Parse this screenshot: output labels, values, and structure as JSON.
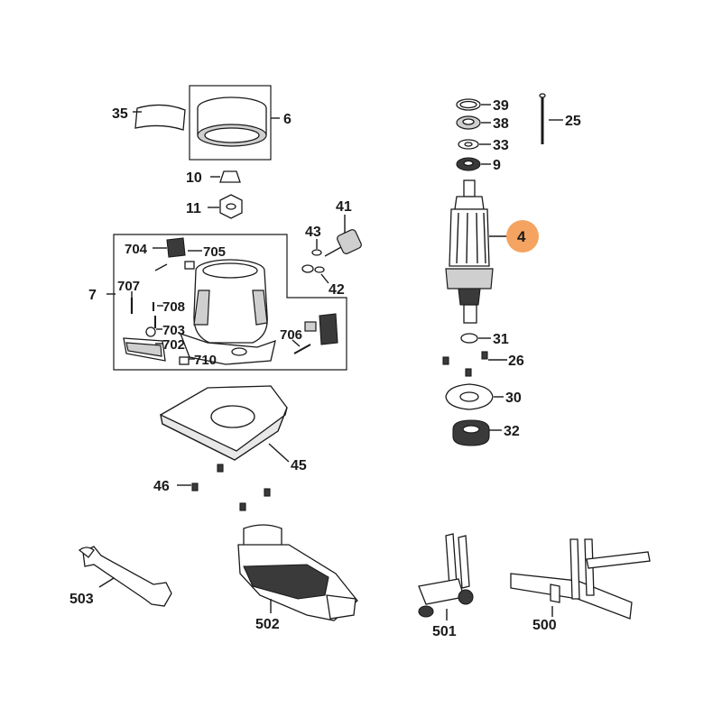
{
  "diagram": {
    "highlight_color": "#f4a460",
    "callouts": [
      {
        "id": "35",
        "label": "35"
      },
      {
        "id": "6",
        "label": "6"
      },
      {
        "id": "10",
        "label": "10"
      },
      {
        "id": "11",
        "label": "11"
      },
      {
        "id": "41",
        "label": "41"
      },
      {
        "id": "43",
        "label": "43"
      },
      {
        "id": "42",
        "label": "42"
      },
      {
        "id": "7",
        "label": "7"
      },
      {
        "id": "704",
        "label": "704"
      },
      {
        "id": "705",
        "label": "705"
      },
      {
        "id": "707",
        "label": "707"
      },
      {
        "id": "708",
        "label": "708"
      },
      {
        "id": "703",
        "label": "703"
      },
      {
        "id": "702",
        "label": "702"
      },
      {
        "id": "710",
        "label": "710"
      },
      {
        "id": "706",
        "label": "706"
      },
      {
        "id": "45",
        "label": "45"
      },
      {
        "id": "46",
        "label": "46"
      },
      {
        "id": "39",
        "label": "39"
      },
      {
        "id": "38",
        "label": "38"
      },
      {
        "id": "33",
        "label": "33"
      },
      {
        "id": "9",
        "label": "9"
      },
      {
        "id": "25",
        "label": "25"
      },
      {
        "id": "4",
        "label": "4",
        "highlighted": true
      },
      {
        "id": "31",
        "label": "31"
      },
      {
        "id": "26",
        "label": "26"
      },
      {
        "id": "30",
        "label": "30"
      },
      {
        "id": "32",
        "label": "32"
      },
      {
        "id": "503",
        "label": "503"
      },
      {
        "id": "502",
        "label": "502"
      },
      {
        "id": "501",
        "label": "501"
      },
      {
        "id": "500",
        "label": "500"
      }
    ]
  }
}
